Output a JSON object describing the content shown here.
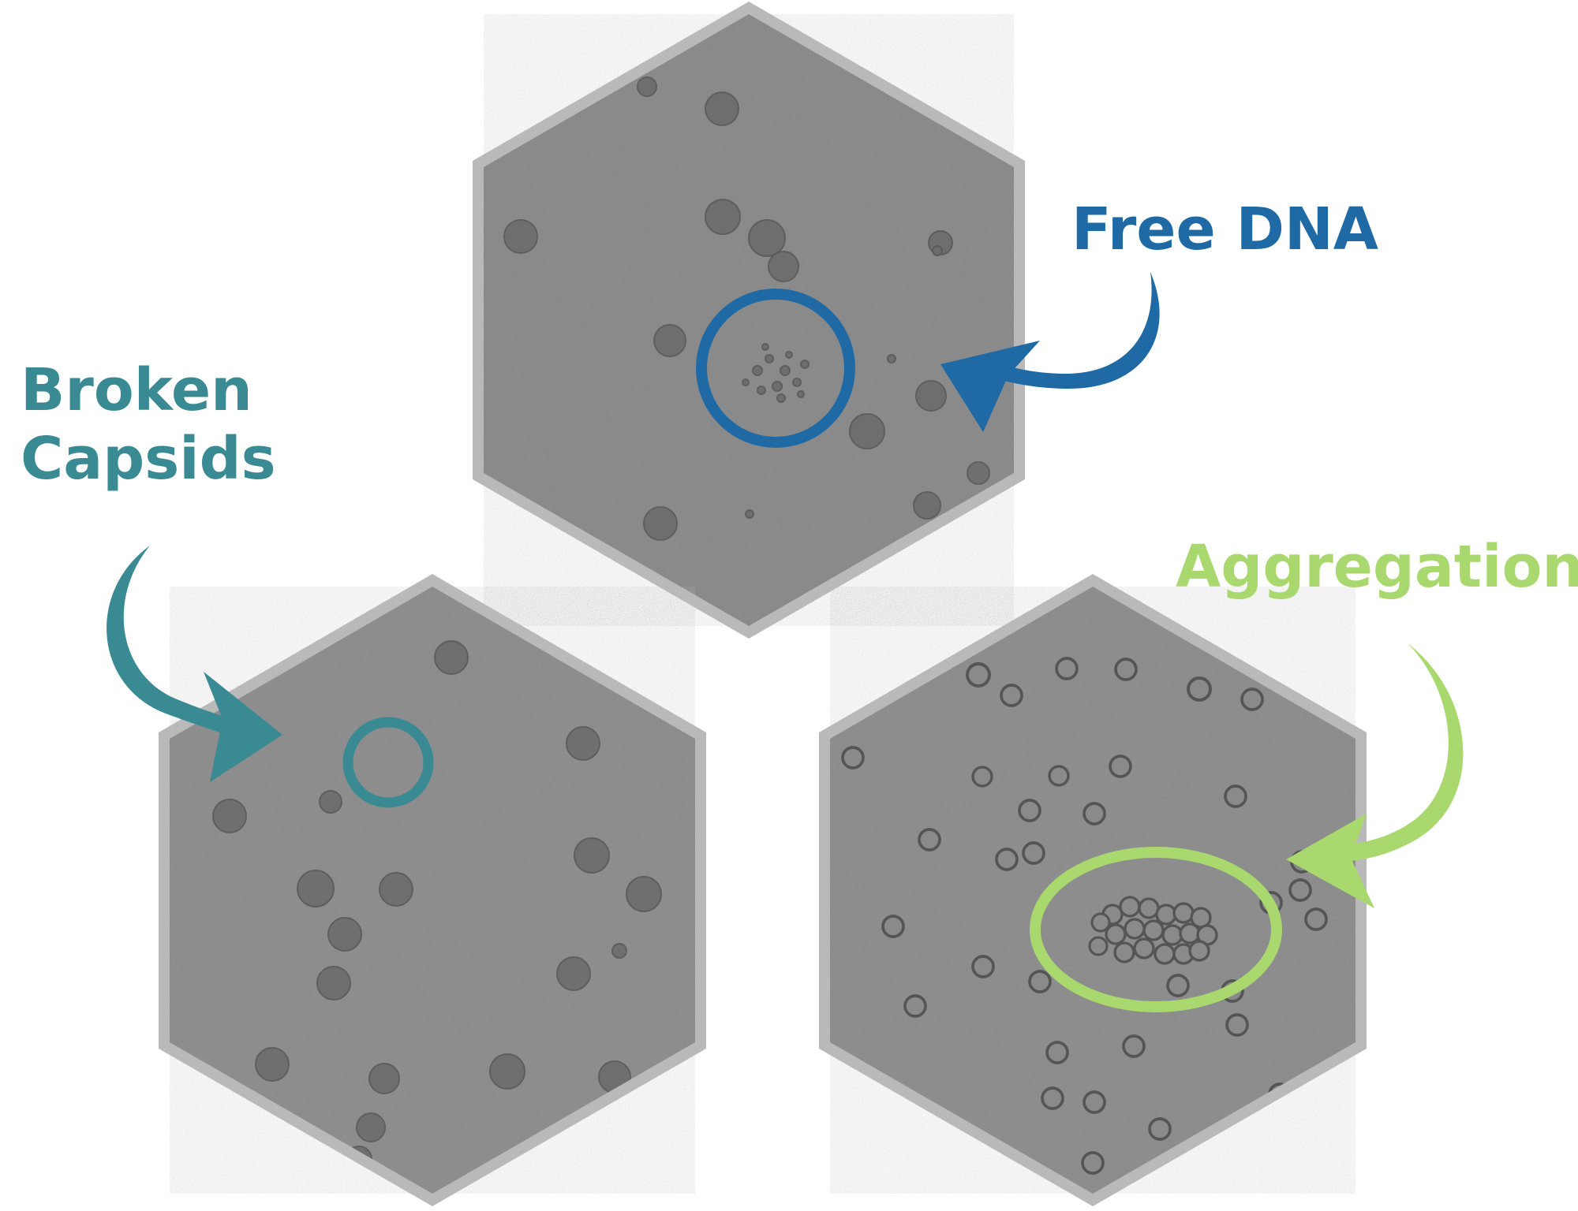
{
  "labels": {
    "free_dna": "Free DNA",
    "broken_line1": "Broken",
    "broken_line2": "Capsids",
    "aggregation": "Aggregation"
  },
  "colors": {
    "free_dna": "#1f6aa5",
    "broken_capsids": "#3a8a94",
    "aggregation": "#a8d86e",
    "hex_border": "#b9b9b9",
    "micrograph_bg": "#8f8f8f",
    "particle": "#6a6a6a"
  },
  "panels": [
    {
      "name": "free-dna-micrograph",
      "highlight": "circle",
      "color_key": "free_dna"
    },
    {
      "name": "broken-capsids-micrograph",
      "highlight": "circle",
      "color_key": "broken_capsids"
    },
    {
      "name": "aggregation-micrograph",
      "highlight": "ellipse",
      "color_key": "aggregation"
    }
  ]
}
